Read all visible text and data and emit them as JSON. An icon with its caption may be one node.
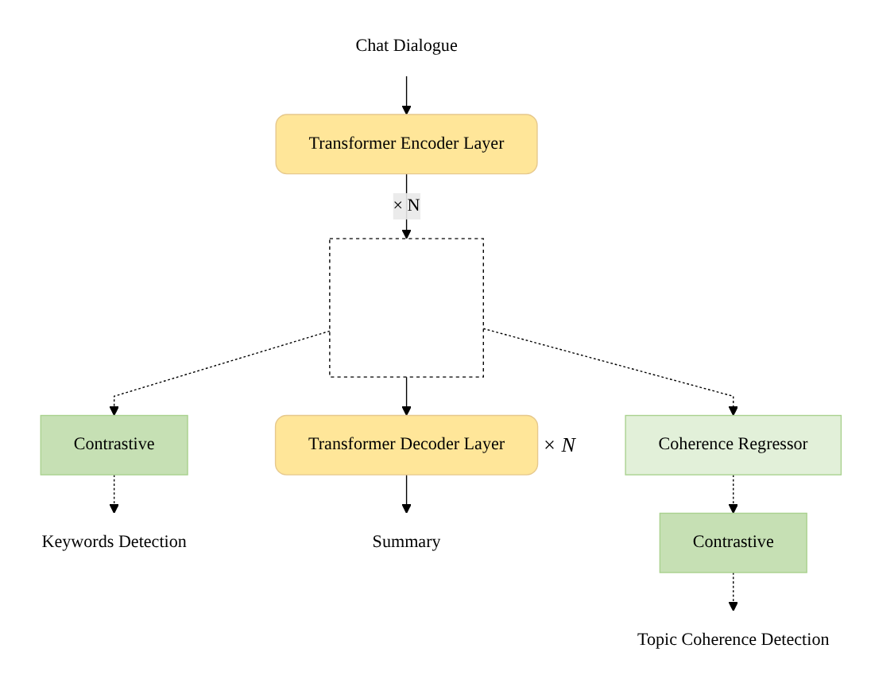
{
  "diagram": {
    "nodes": [
      {
        "text": [
          "Keywords Detection"
        ]
      },
      {
        "text": [
          "Contrastive"
        ]
      },
      {
        "text": [],
        "shape": "box"
      },
      {
        "text": [
          "Transformer Encoder Layer"
        ]
      },
      {
        "text": [
          "Chat Dialogue"
        ]
      },
      {
        "text": [
          "Transformer Decoder Layer"
        ],
        "beside": [
          "× N"
        ]
      },
      {
        "text": [
          "Summary"
        ]
      },
      {
        "text": [
          "Coherence Regressor"
        ]
      },
      {
        "text": [
          "Contrastive"
        ]
      },
      {
        "text": [
          "Topic Coherence Detection"
        ]
      }
    ],
    "edges": [
      {
        "from": 4,
        "to": 3,
        "arrow": "to"
      },
      {
        "from": 3,
        "to": 2,
        "arrow": "to",
        "label": "× N"
      },
      {
        "from": 2,
        "to": 5,
        "arrow": "to"
      },
      {
        "from": 5,
        "to": 6,
        "arrow": "to"
      },
      {
        "from": 2,
        "to": 1,
        "arrow": "to",
        "style": "dashed"
      },
      {
        "from": 1,
        "to": 0,
        "arrow": "to",
        "style": "dashed"
      },
      {
        "from": 2,
        "to": 7,
        "arrow": "to",
        "style": "dashed"
      },
      {
        "from": 7,
        "to": 8,
        "arrow": "to",
        "style": "dashed"
      },
      {
        "from": 8,
        "to": 9,
        "arrow": "to",
        "style": "dashed"
      }
    ]
  }
}
